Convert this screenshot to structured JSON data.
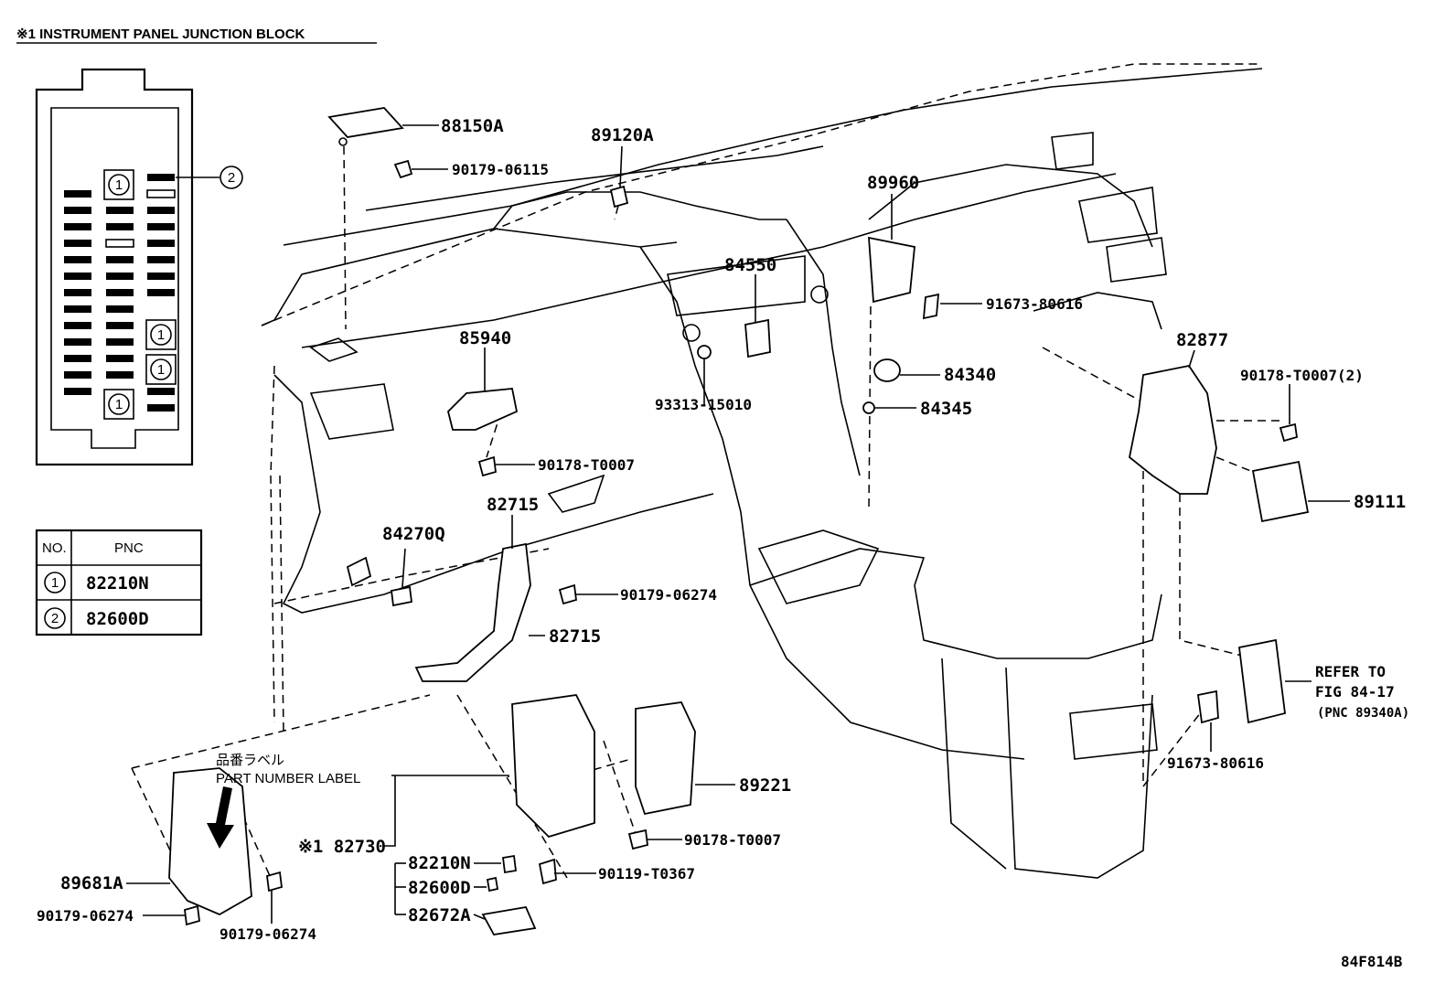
{
  "header": {
    "title": "※1 INSTRUMENT PANEL JUNCTION BLOCK"
  },
  "junction_block": {
    "callout_1": "1",
    "callout_2": "2"
  },
  "pnc_table": {
    "col_no": "NO.",
    "col_pnc": "PNC",
    "rows": [
      {
        "no": "1",
        "pnc": "82210N"
      },
      {
        "no": "2",
        "pnc": "82600D"
      }
    ]
  },
  "parts": {
    "p88150A": "88150A",
    "p90179_06115": "90179-06115",
    "p89120A": "89120A",
    "p89960": "89960",
    "p91673_80616_top": "91673-80616",
    "p84550": "84550",
    "p85940": "85940",
    "p84340": "84340",
    "p93313_15010": "93313-15010",
    "p84345": "84345",
    "p82877": "82877",
    "p90178_T0007_2": "90178-T0007(2)",
    "p90178_T0007_a": "90178-T0007",
    "p89111": "89111",
    "p82715_a": "82715",
    "p84270Q": "84270Q",
    "p90179_06274_a": "90179-06274",
    "p82715_b": "82715",
    "refer_to": "REFER TO",
    "refer_fig": "FIG 84-17",
    "refer_pnc": "(PNC 89340A)",
    "p91673_80616_bottom": "91673-80616",
    "p89221": "89221",
    "p90178_T0007_b": "90178-T0007",
    "p90119_T0367": "90119-T0367",
    "p82730": "※1 82730",
    "p82210N": "82210N",
    "p82600D": "82600D",
    "p82672A": "82672A",
    "p89681A": "89681A",
    "p90179_06274_b": "90179-06274",
    "p90179_06274_c": "90179-06274",
    "label_jp": "品番ラベル",
    "label_en": "PART NUMBER LABEL"
  },
  "figure_id": "84F814B"
}
